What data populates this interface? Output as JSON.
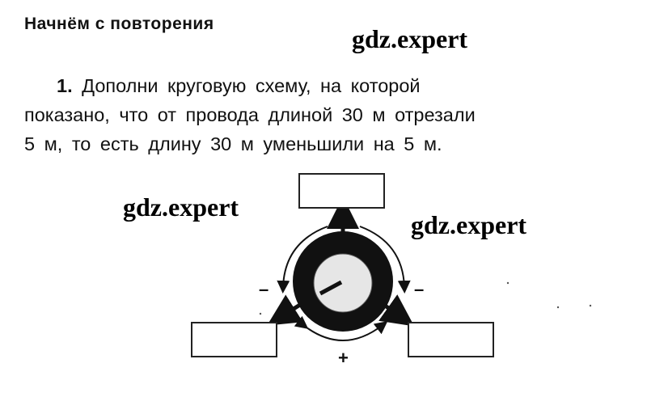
{
  "heading": "Начнём с повторения",
  "watermark": "gdz.expert",
  "task": {
    "number": "1.",
    "line1": "Дополни круговую схему, на которой",
    "line2": "показано, что от провода длиной 30 м отрезали",
    "line3": "5 м, то есть длину 30 м уменьшили на 5 м."
  },
  "diagram": {
    "minus_left": "–",
    "minus_right": "–",
    "plus_bottom": "+"
  }
}
